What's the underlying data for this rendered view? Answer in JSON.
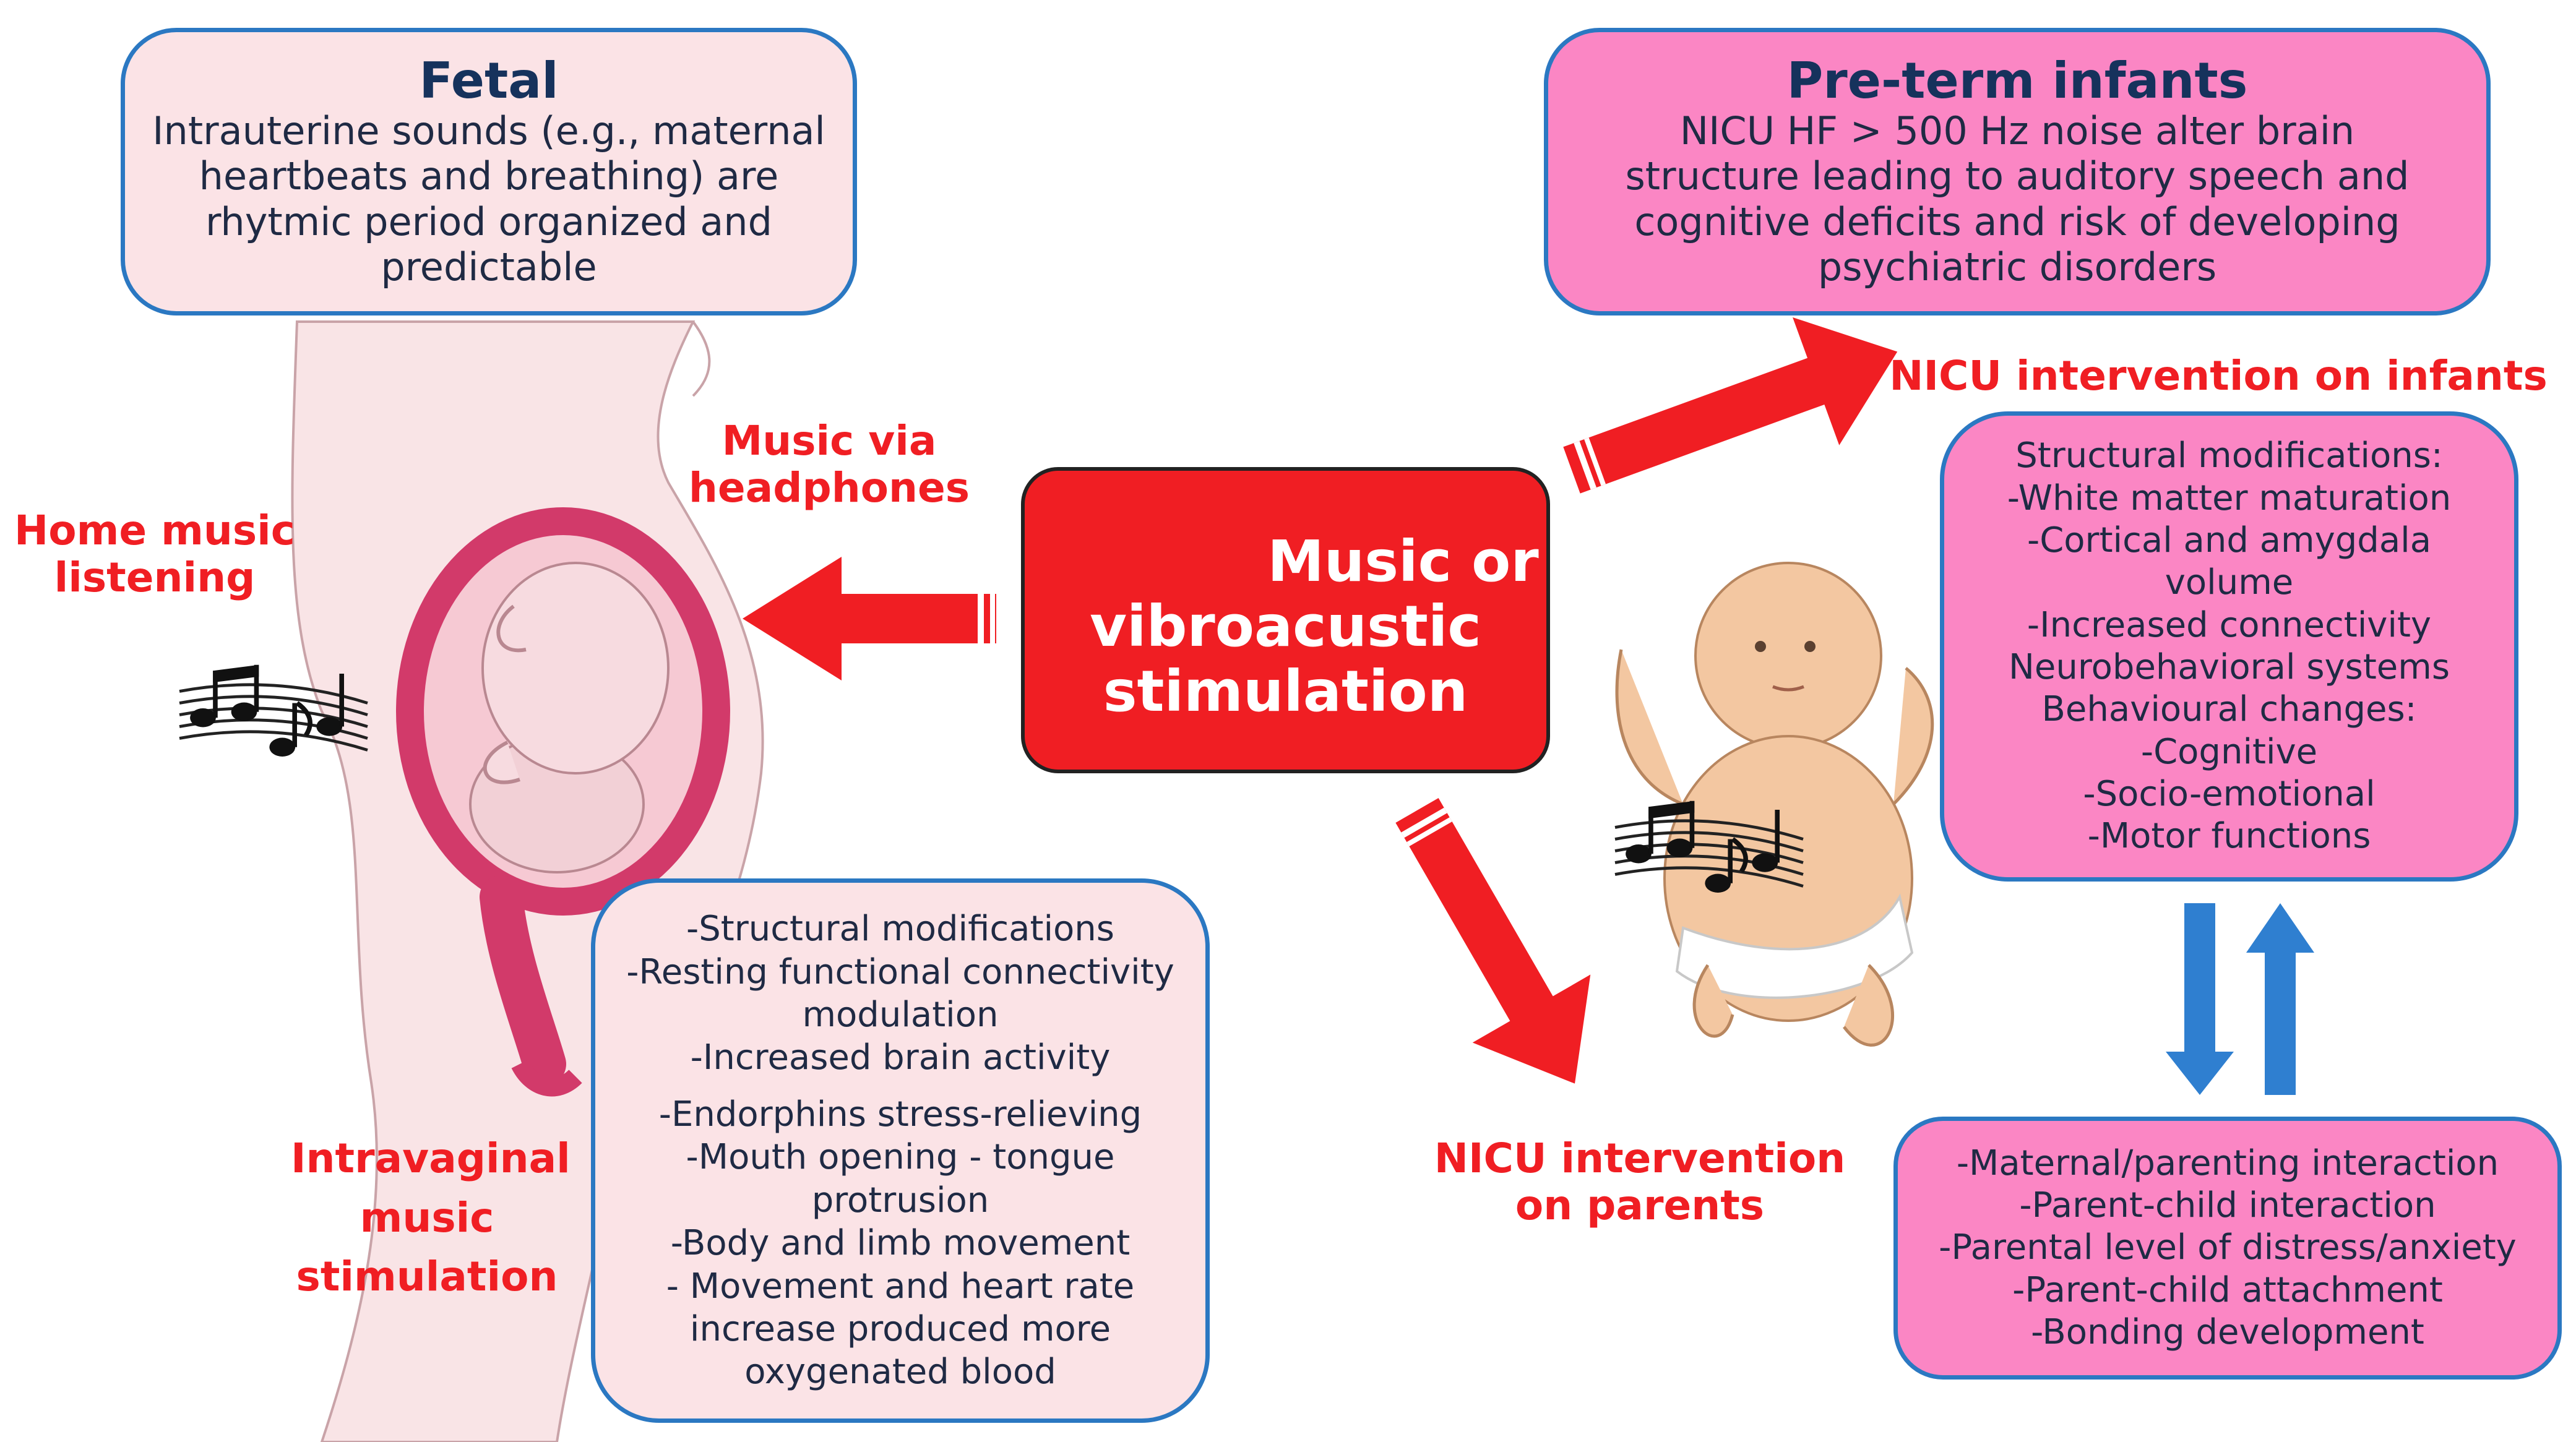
{
  "fetal": {
    "title": "Fetal",
    "lines": [
      "Intrauterine sounds (e.g., maternal",
      "heartbeats and breathing) are",
      "rhytmic period organized and",
      "predictable"
    ]
  },
  "preterm": {
    "title": "Pre-term infants",
    "lines": [
      "NICU HF > 500 Hz noise alter brain",
      "structure leading to auditory speech and",
      "cognitive deficits and risk of developing",
      "psychiatric disorders"
    ]
  },
  "center": {
    "lines": [
      "Music or",
      "vibroacustic",
      "stimulation"
    ]
  },
  "labels": {
    "music_via_headphones": [
      "Music via",
      "headphones"
    ],
    "home_music_listening": [
      "Home music",
      "listening"
    ],
    "intravaginal": [
      "Intravaginal",
      "music",
      "stimulation"
    ],
    "nicu_infants": "NICU intervention on infants",
    "nicu_parents": [
      "NICU intervention",
      "on parents"
    ]
  },
  "fetal_effects": {
    "group1": [
      "-Structural modifications",
      "-Resting functional connectivity",
      "modulation",
      "-Increased brain activity"
    ],
    "group2": [
      "-Endorphins stress-relieving",
      "-Mouth opening - tongue",
      "protrusion",
      "-Body and limb movement",
      "- Movement and heart rate",
      "increase produced more",
      "oxygenated blood"
    ]
  },
  "infant_effects": {
    "lines": [
      "Structural modifications:",
      "-White matter maturation",
      "-Cortical and amygdala",
      "volume",
      "-Increased connectivity",
      "Neurobehavioral systems",
      "Behavioural changes:",
      "-Cognitive",
      "-Socio-emotional",
      "-Motor functions"
    ]
  },
  "parent_effects": {
    "lines": [
      "-Maternal/parenting interaction",
      "-Parent-child interaction",
      "-Parental level of distress/anxiety",
      "-Parent-child attachment",
      "-Bonding development"
    ]
  },
  "colors": {
    "red": "#f01e23",
    "pink_box": "#fb86c4",
    "light_box": "#fbe3e6",
    "border_blue": "#2b78c2",
    "double_arrow_blue": "#2f7fd0"
  },
  "icons": [
    "music-notes-icon",
    "arrow-icon",
    "double-arrow-icon"
  ]
}
